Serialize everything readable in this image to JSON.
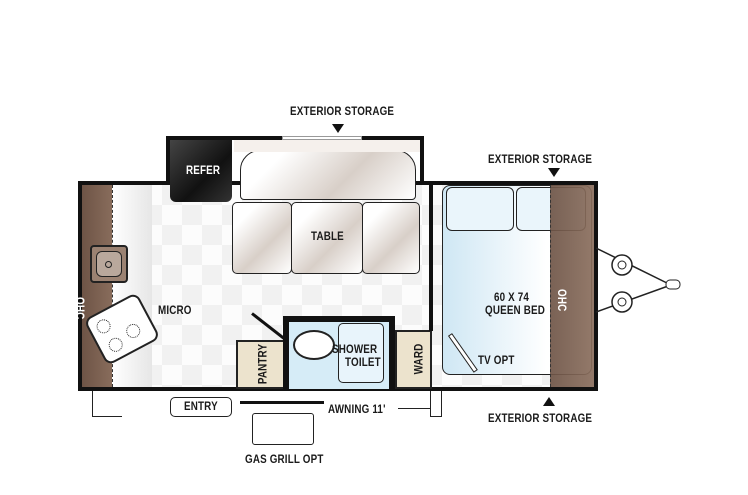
{
  "labels": {
    "exterior_storage_top": "EXTERIOR STORAGE",
    "exterior_storage_right_top": "EXTERIOR STORAGE",
    "exterior_storage_bottom": "EXTERIOR STORAGE",
    "refer": "REFER",
    "table": "TABLE",
    "ohc_left": "OHC",
    "ohc_right": "OHC",
    "micro": "MICRO",
    "pantry": "PANTRY",
    "shower": "SHOWER",
    "toilet": "TOILET",
    "ward": "WARD",
    "bed_size": "60 X 74",
    "bed_type": "QUEEN BED",
    "tv": "TV OPT",
    "entry": "ENTRY",
    "awning": "AWNING  11'",
    "grill": "GAS GRILL OPT"
  },
  "colors": {
    "wall": "#111111",
    "cabinet_brown": "#7a5f50",
    "bath_blue": "#d6ecf7",
    "cabinet_cream": "#ece3cd"
  }
}
